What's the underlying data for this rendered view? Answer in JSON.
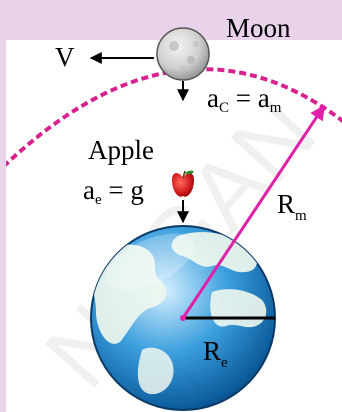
{
  "labels": {
    "moon": "Moon",
    "velocity": "V",
    "centripetal_accel": {
      "main": "a",
      "sub": "C",
      "eq": " = a",
      "rhs_sub": "m"
    },
    "apple": "Apple",
    "apple_accel": {
      "main": "a",
      "sub": "e",
      "rhs": " = g"
    },
    "moon_orbit_radius": {
      "main": "R",
      "sub": "m"
    },
    "earth_radius": {
      "main": "R",
      "sub": "e"
    }
  },
  "watermark": "NCGAN",
  "colors": {
    "background": "#e8d3ea",
    "panel": "#ffffff",
    "orbit": "#d6218f",
    "radius_arrow": "#e020a8",
    "ink": "#000000"
  }
}
